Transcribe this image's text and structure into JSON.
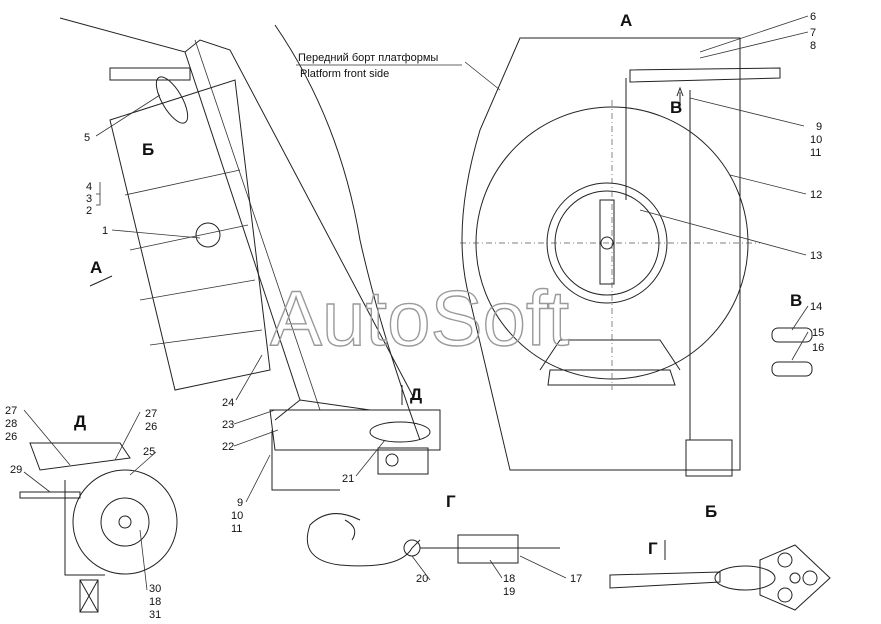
{
  "caption": {
    "ru": "Передний борт платформы",
    "en": "Platform front side"
  },
  "watermark": "AutoSoft",
  "views": {
    "A_top": "А",
    "A_left": "А",
    "B_small": "В",
    "B_detail": "В",
    "Б_left": "Б",
    "Б_detail": "Б",
    "Д_arrow": "Д",
    "Д_detail": "Д",
    "Г_detail": "Г",
    "Г_arrow": "Г"
  },
  "callouts": {
    "p6": "6",
    "p7": "7",
    "p8": "8",
    "p9a": "9",
    "p10a": "10",
    "p11a": "11",
    "p12": "12",
    "p13": "13",
    "p14": "14",
    "p15": "15",
    "p16": "16",
    "p5": "5",
    "p4": "4",
    "p3": "3",
    "p2": "2",
    "p1": "1",
    "p24": "24",
    "p23": "23",
    "p22": "22",
    "p21": "21",
    "p9b": "9",
    "p10b": "10",
    "p11b": "11",
    "p20": "20",
    "p18a": "18",
    "p19": "19",
    "p17": "17",
    "p27a": "27",
    "p28": "28",
    "p26a": "26",
    "p27b": "27",
    "p26b": "26",
    "p25": "25",
    "p29": "29",
    "p30": "30",
    "p18b": "18",
    "p31": "31"
  }
}
